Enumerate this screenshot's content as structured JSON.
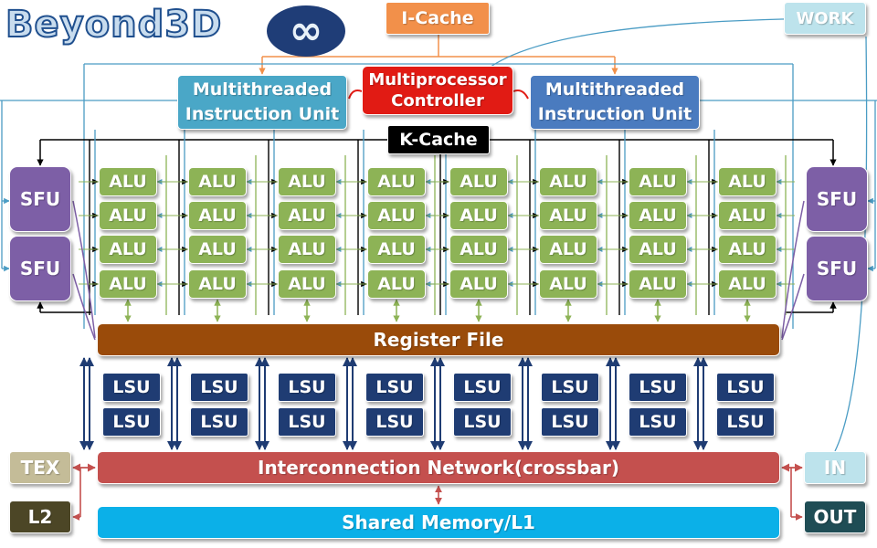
{
  "logo": {
    "text": "Beyond3D",
    "mark": "∞"
  },
  "icache": "I-Cache",
  "work": "WORK",
  "mit_left": [
    "Multithreaded",
    "Instruction Unit"
  ],
  "mit_right": [
    "Multithreaded",
    "Instruction Unit"
  ],
  "controller": [
    "Multiprocessor",
    "Controller"
  ],
  "kcache": "K-Cache",
  "sfu": [
    "SFU",
    "SFU",
    "SFU",
    "SFU"
  ],
  "alu_label": "ALU",
  "lsu_label": "LSU",
  "register_file": "Register File",
  "interconnect": "Interconnection Network(crossbar)",
  "shared_memory": "Shared Memory/L1",
  "tex": "TEX",
  "l2": "L2",
  "in": "IN",
  "out": "OUT",
  "colors": {
    "alu": "#8db356",
    "sfu": "#7d5fa6",
    "lsu": "#1f3c73",
    "register_file": "#9a4b0a",
    "interconnect": "#c4504e",
    "shared_memory": "#0bb0e8",
    "controller": "#e11b14",
    "icache": "#f2904a",
    "mit_left": "#4aa7c7",
    "mit_right": "#4a7bbf"
  }
}
